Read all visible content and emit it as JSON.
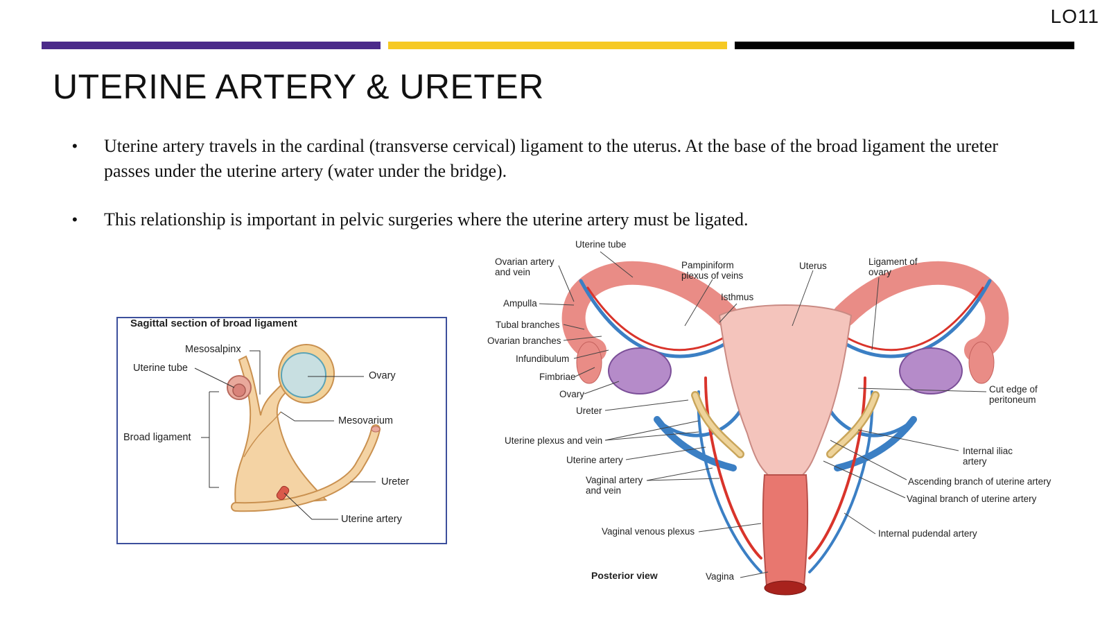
{
  "slide_code": "LO11",
  "colors": {
    "bar1": "#4b2a8a",
    "bar2": "#f6c923",
    "bar3": "#000000"
  },
  "title": "UTERINE ARTERY & URETER",
  "bullets": [
    {
      "marker": "•",
      "text": "Uterine artery travels in the cardinal (transverse cervical) ligament to the uterus. At the base of the broad ligament the ureter passes under the uterine artery (water under the bridge)."
    },
    {
      "marker": "•",
      "text": "This relationship is important in pelvic surgeries where the uterine artery must be ligated."
    }
  ],
  "left_figure": {
    "title": "Sagittal section of broad ligament",
    "labels": {
      "mesosalpinx": "Mesosalpinx",
      "uterine_tube": "Uterine tube",
      "ovary": "Ovary",
      "mesovarium": "Mesovarium",
      "broad_ligament": "Broad ligament",
      "ureter": "Ureter",
      "uterine_artery": "Uterine artery"
    }
  },
  "right_figure": {
    "labels": {
      "uterine_tube": "Uterine tube",
      "ovarian_artery": "Ovarian artery\nand vein",
      "pampiniform": "Pampiniform\nplexus of veins",
      "uterus": "Uterus",
      "ligament_of_ovary": "Ligament of\novary",
      "isthmus": "Isthmus",
      "ampulla": "Ampulla",
      "tubal_branches": "Tubal branches",
      "ovarian_branches": "Ovarian branches",
      "infundibulum": "Infundibulum",
      "fimbriae": "Fimbriae",
      "ovary": "Ovary",
      "ureter": "Ureter",
      "cut_edge": "Cut edge of\nperitoneum",
      "uterine_plexus": "Uterine plexus and vein",
      "uterine_artery": "Uterine artery",
      "internal_iliac": "Internal iliac\nartery",
      "vaginal_artery": "Vaginal artery\nand vein",
      "ascending_branch": "Ascending branch of uterine artery",
      "vaginal_branch": "Vaginal branch of uterine artery",
      "vaginal_venous": "Vaginal venous plexus",
      "internal_pudendal": "Internal pudendal artery",
      "posterior_view": "Posterior view",
      "vagina": "Vagina"
    }
  }
}
